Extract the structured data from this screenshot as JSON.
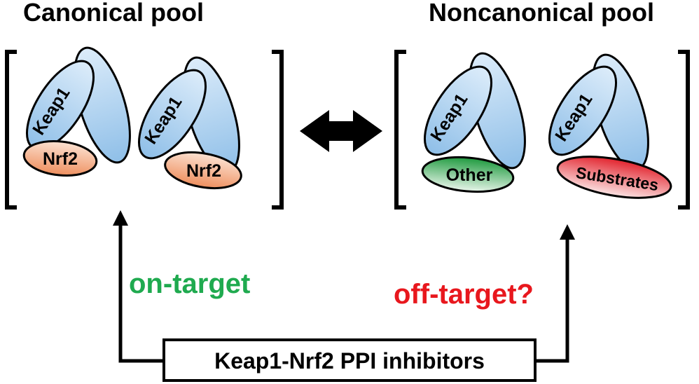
{
  "titles": {
    "canonical": "Canonical pool",
    "noncanonical": "Noncanonical pool"
  },
  "canonical_pool": {
    "complexes": [
      {
        "keap1": "Keap1",
        "partner": "Nrf2"
      },
      {
        "keap1": "Keap1",
        "partner": "Nrf2"
      }
    ]
  },
  "noncanonical_pool": {
    "complexes": [
      {
        "keap1": "Keap1",
        "partner": "Other"
      },
      {
        "keap1": "Keap1",
        "partner": "Substrates"
      }
    ]
  },
  "labels": {
    "on_target": "on-target",
    "off_target": "off-target?",
    "inhibitors": "Keap1-Nrf2 PPI inhibitors"
  },
  "colors": {
    "on_target": "#1faa4f",
    "off_target": "#e8171d",
    "keap1_fill": "#9ec7ec",
    "nrf2_fill": "#f2a27a",
    "other_fill": "#3aa955",
    "substrates_fill": "#e85055"
  }
}
